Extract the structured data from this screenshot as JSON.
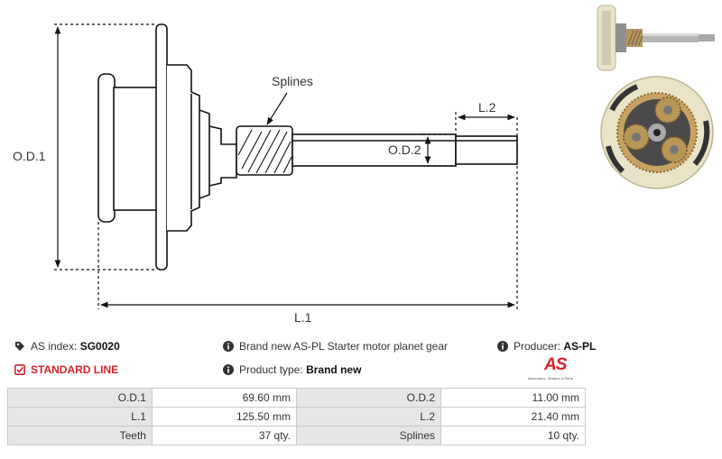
{
  "drawing": {
    "labels": {
      "od1": "O.D.1",
      "od2": "O.D.2",
      "l1": "L.1",
      "l2": "L.2",
      "splines": "Splines"
    }
  },
  "photos": [
    {
      "name": "product-photo-side"
    },
    {
      "name": "product-photo-top"
    }
  ],
  "info": {
    "as_index_label": "AS index:",
    "as_index_value": "SG0020",
    "standard_line": "STANDARD LINE",
    "description": "Brand new AS-PL Starter motor planet gear",
    "product_type_label": "Product type:",
    "product_type_value": "Brand new",
    "producer_label": "Producer:",
    "producer_value": "AS-PL",
    "logo_text": "AS",
    "logo_tagline": "Alternators, Starters & Parts"
  },
  "colors": {
    "accent_red": "#d8212b",
    "table_label_bg": "#e6e6e6"
  },
  "specs": [
    [
      {
        "label": "O.D.1",
        "value": "69.60 mm"
      },
      {
        "label": "O.D.2",
        "value": "11.00 mm"
      }
    ],
    [
      {
        "label": "L.1",
        "value": "125.50 mm"
      },
      {
        "label": "L.2",
        "value": "21.40 mm"
      }
    ],
    [
      {
        "label": "Teeth",
        "value": "37 qty."
      },
      {
        "label": "Splines",
        "value": "10 qty."
      }
    ]
  ]
}
